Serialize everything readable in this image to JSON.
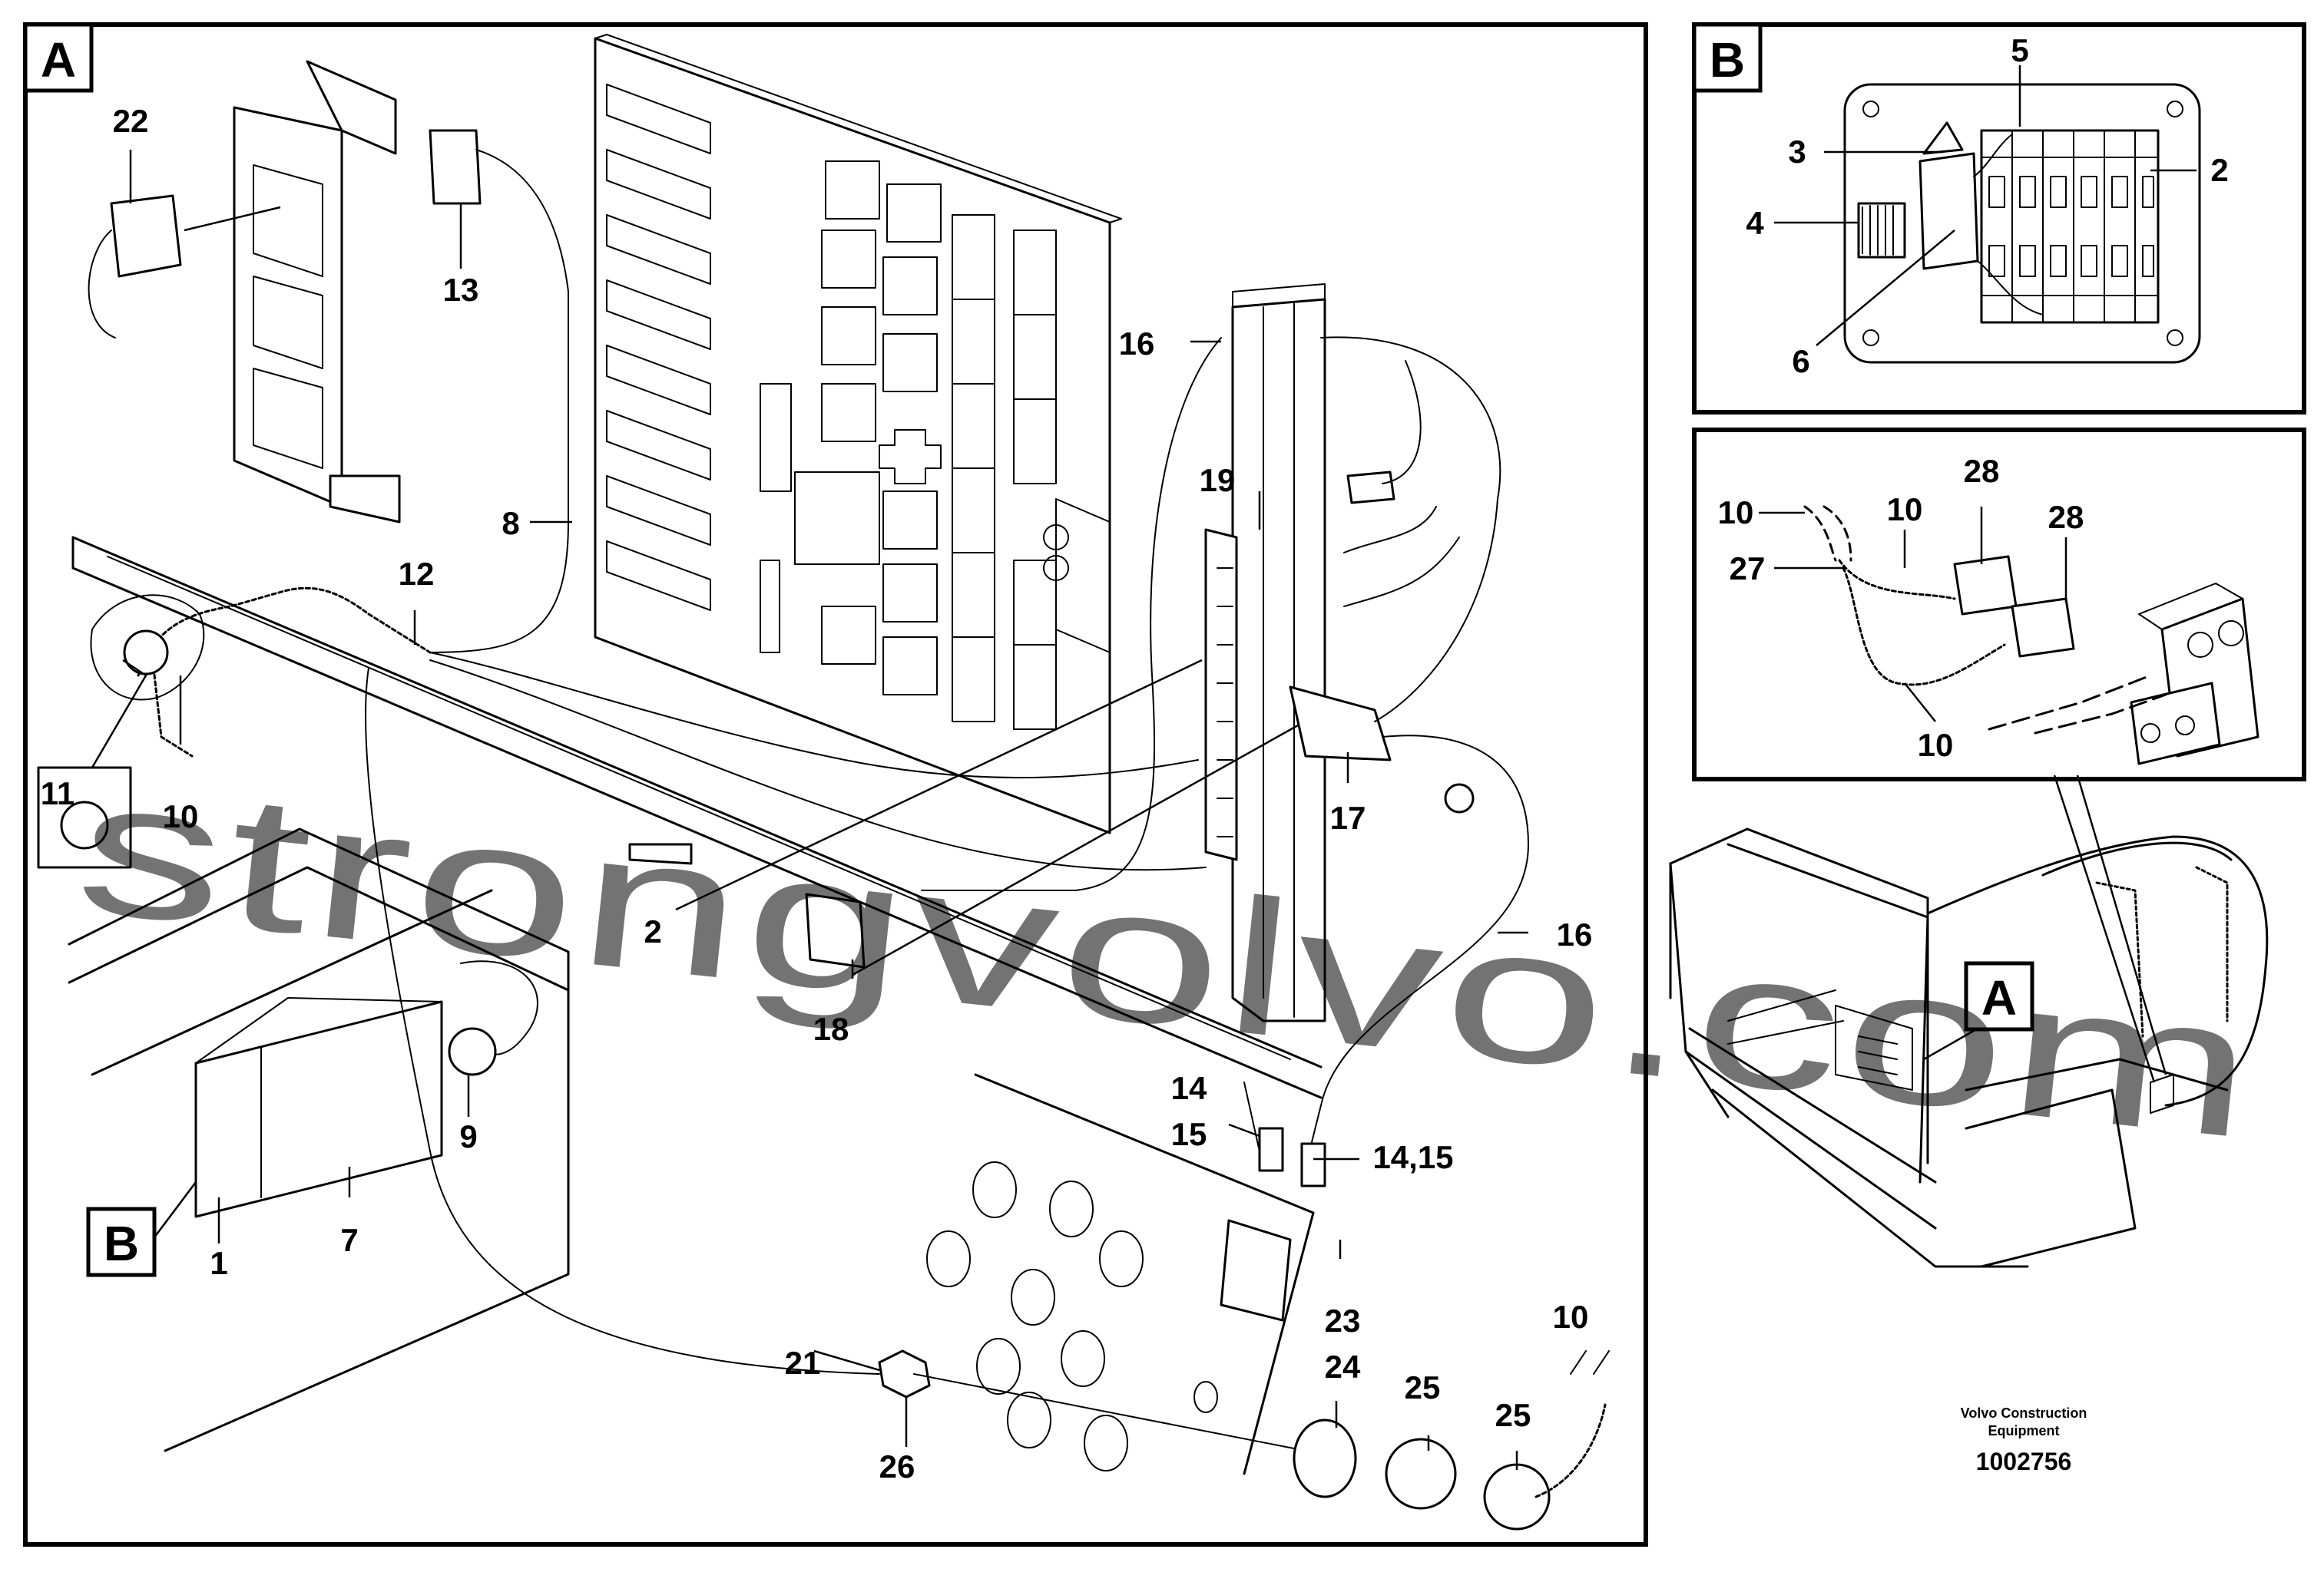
{
  "panels": {
    "a": {
      "letter": "A"
    },
    "b": {
      "letter": "B"
    }
  },
  "callouts": {
    "c1": "1",
    "c2_a": "2",
    "c2_b": "2",
    "c3": "3",
    "c4": "4",
    "c5": "5",
    "c6": "6",
    "c7": "7",
    "c8": "8",
    "c9": "9",
    "c10_a": "10",
    "c10_b": "10",
    "c10_c": "10",
    "c10_d": "10",
    "c10_e": "10",
    "c11": "11",
    "c12": "12",
    "c13": "13",
    "c14": "14",
    "c14_15_a": "14,15",
    "c15": "15",
    "c16_a": "16",
    "c16_b": "16",
    "c17": "17",
    "c18": "18",
    "c19": "19",
    "c21": "21",
    "c22": "22",
    "c23": "23",
    "c24": "24",
    "c25_a": "25",
    "c25_b": "25",
    "c26": "26",
    "c27": "27",
    "c28_a": "28",
    "c28_b": "28"
  },
  "refs": {
    "b_box": "B",
    "a_box": "A"
  },
  "credit": {
    "line1": "Volvo Construction",
    "line2": "Equipment",
    "docnum": "1002756"
  },
  "watermark": {
    "text": "strongvolvo.com",
    "color": "#e58f8f"
  }
}
